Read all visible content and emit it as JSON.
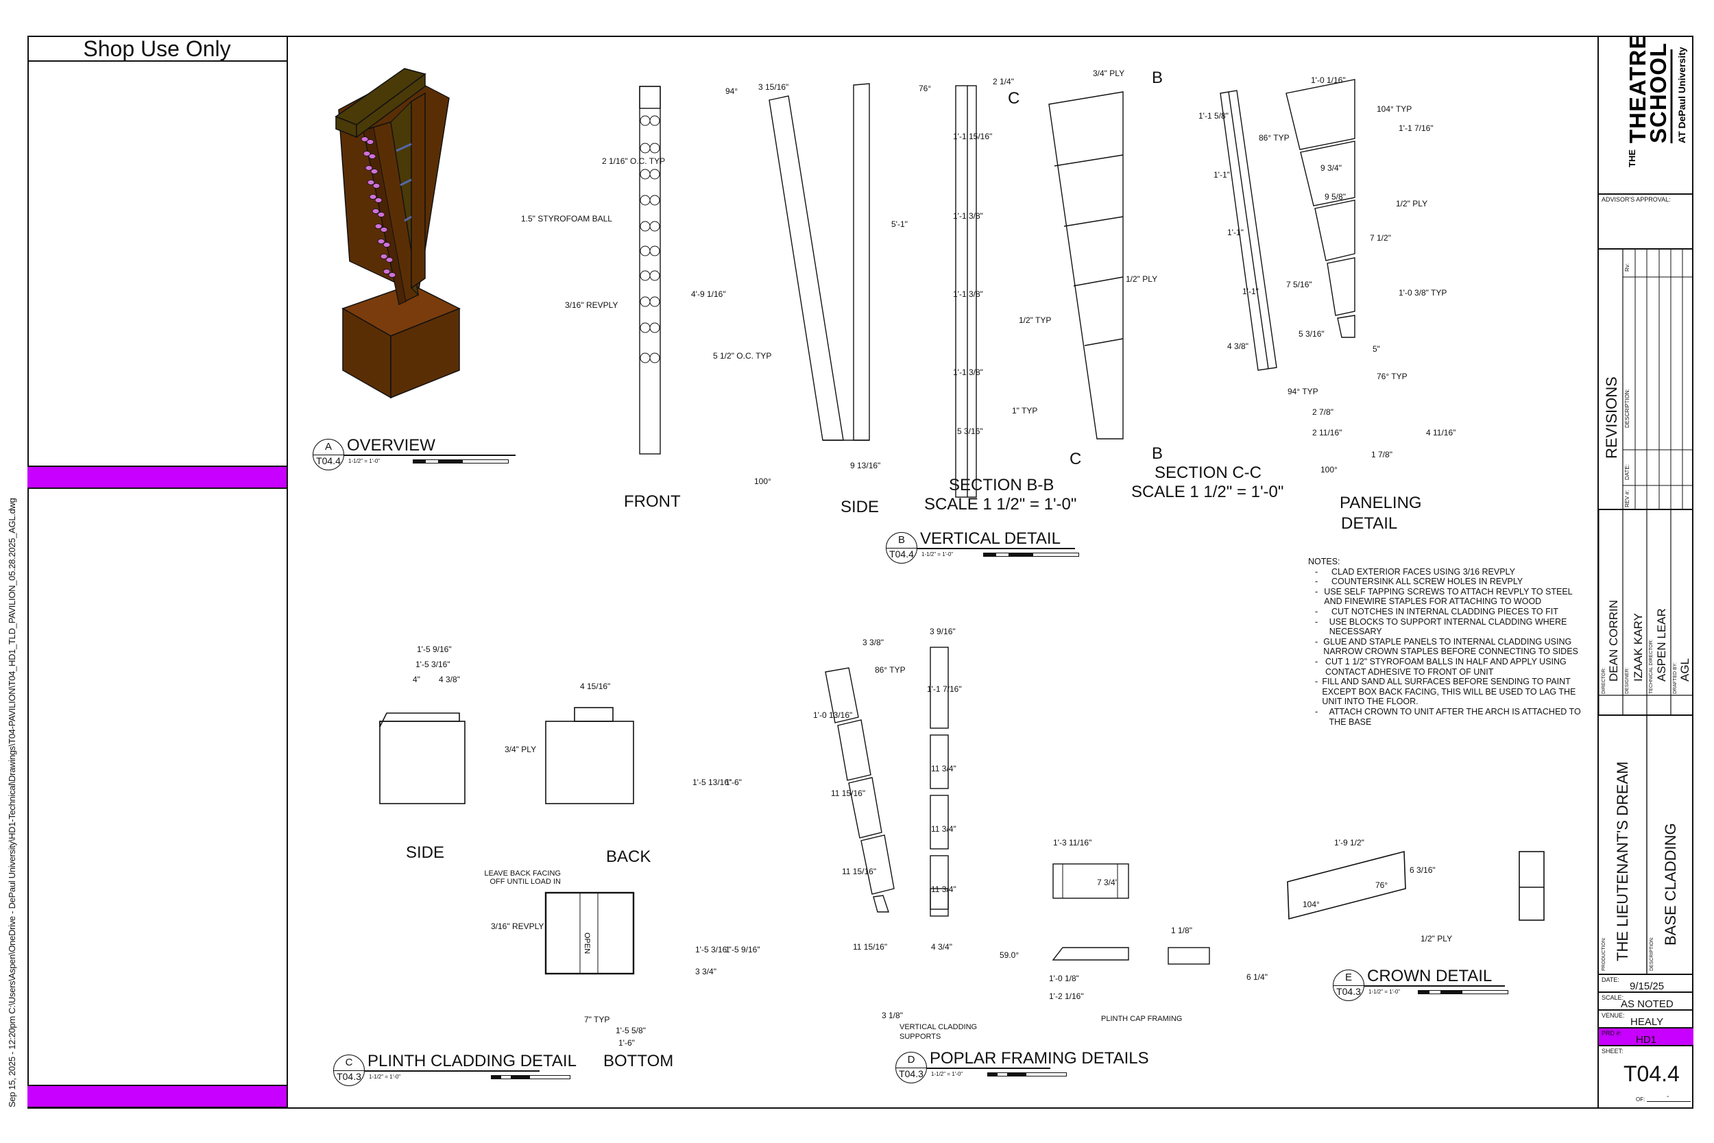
{
  "shop_panel": {
    "title": "Shop Use Only",
    "file_path": "Sep 15, 2025 - 12:20pm C:\\Users\\Aspen\\OneDrive - DePaul University\\HD1-Technical\\Drawings\\T04-PAVILION\\T04_HD1_TLD_PAVILION_05.28.2025_AGL.dwg",
    "highlight_color": "#c700ff"
  },
  "title_block": {
    "logo": {
      "the": "THE",
      "line1": "THEATRE",
      "line2": "SCHOOL",
      "sub": "AT DePaul University"
    },
    "advisor_label": "ADVISOR'S APPROVAL:",
    "revisions": {
      "title": "REVISIONS",
      "rev_label": "REV #:",
      "date_label": "DATE:",
      "description_label": "DESCRIPTION:",
      "rv_label": "Rv:"
    },
    "director": {
      "label": "DIRECTOR:",
      "value": "DEAN CORRIN"
    },
    "designer": {
      "label": "DESIGNER:",
      "value": "IZAAK KARY"
    },
    "technical_director": {
      "label": "TECHNICAL DIRECTOR:",
      "value": "ASPEN LEAR"
    },
    "drafted_by": {
      "label": "DRAFTED BY:",
      "value": "AGL"
    },
    "production": {
      "label": "PRODUCTION:",
      "value": "THE LIEUTENANT'S DREAM"
    },
    "description": {
      "label": "DESCRIPTION:",
      "value": "BASE CLADDING"
    },
    "date": {
      "label": "DATE:",
      "value": "9/15/25"
    },
    "scale": {
      "label": "SCALE:",
      "value": "AS NOTED"
    },
    "venue": {
      "label": "VENUE:",
      "value": "HEALY"
    },
    "prd": {
      "label": "PRD #:",
      "value": "HD1"
    },
    "sheet": {
      "label": "SHEET:",
      "value": "T04.4",
      "of_label": "OF:",
      "of_value": "-"
    }
  },
  "scale_bar": {
    "ticks": [
      "0",
      "2\"",
      "4\"",
      "8\"",
      "1'4\""
    ],
    "scale_text": "1-1/2\" = 1'-0\""
  },
  "details": {
    "overview": {
      "letter": "A",
      "sheet": "T04.4",
      "title": "OVERVIEW"
    },
    "vertical": {
      "letter": "B",
      "sheet": "T04.4",
      "title": "VERTICAL DETAIL",
      "front": {
        "title": "FRONT",
        "labels": [
          "2 1/16\" O.C. TYP",
          "1.5\" STYROFOAM BALL",
          "3/16\" REVPLY"
        ]
      },
      "side": {
        "title": "SIDE",
        "labels": [
          "94°",
          "3 15/16\"",
          "4'-9 1/16\"",
          "5 1/2\" O.C. TYP",
          "100°",
          "9 13/16\"",
          "5'-1\"",
          "76°"
        ]
      },
      "section_bb": {
        "title": "SECTION B-B",
        "scale": "SCALE 1 1/2\" = 1'-0\"",
        "labels": [
          "2 1/4\"",
          "1'-1 15/16\"",
          "1'-1 3/8\"",
          "1'-1 3/8\"",
          "1/2\" TYP",
          "1'-1 3/8\"",
          "1\" TYP",
          "5 3/16\""
        ]
      },
      "section_cc": {
        "title": "SECTION C-C",
        "scale": "SCALE 1 1/2\" = 1'-0\"",
        "labels": [
          "3/4\" PLY",
          "1/2\" PLY",
          "1'-1 5/8\"",
          "1'-1\"",
          "1'-1\"",
          "1'-1\"",
          "4 3/8\""
        ],
        "markers": [
          "B",
          "C"
        ]
      },
      "paneling": {
        "title_line1": "PANELING",
        "title_line2": "DETAIL",
        "labels": [
          "1'-0 1/16\"",
          "104° TYP",
          "86° TYP",
          "1'-1 7/16\"",
          "9 3/4\"",
          "9 5/8\"",
          "1/2\" PLY",
          "7 1/2\"",
          "7 5/16\"",
          "1'-0 3/8\" TYP",
          "5 3/16\"",
          "5\"",
          "76° TYP",
          "94° TYP",
          "2 7/8\"",
          "2 11/16\"",
          "4 11/16\"",
          "1 7/8\"",
          "100°"
        ]
      }
    },
    "plinth": {
      "letter": "C",
      "sheet": "T04.3",
      "title": "PLINTH CLADDING DETAIL",
      "side": {
        "title": "SIDE",
        "labels": [
          "1'-5 9/16\"",
          "1'-5 3/16\"",
          "4\"",
          "4 3/8\"",
          "3/4\" PLY"
        ]
      },
      "back": {
        "title": "BACK",
        "labels": [
          "4 15/16\"",
          "1'-5 13/16\"",
          "1'-6\""
        ],
        "note": "LEAVE BACK FACING OFF UNTIL LOAD IN"
      },
      "bottom": {
        "title": "BOTTOM",
        "open": "OPEN",
        "labels": [
          "3/16\" REVPLY",
          "1'-5 3/16\"",
          "1'-5 9/16\"",
          "3 3/4\"",
          "7\" TYP",
          "1'-5 5/8\"",
          "1'-6\""
        ]
      }
    },
    "poplar": {
      "letter": "D",
      "sheet": "T04.3",
      "title": "POPLAR FRAMING DETAILS",
      "vertical_supports": {
        "title_line1": "VERTICAL CLADDING",
        "title_line2": "SUPPORTS",
        "labels": [
          "3 3/8\"",
          "86° TYP",
          "1'-0 13/16\"",
          "11 15/16\"",
          "11 15/16\"",
          "11 15/16\"",
          "3 1/8\"",
          "3 9/16\"",
          "1'-1 7/16\"",
          "11 3/4\"",
          "11 3/4\"",
          "11 3/4\"",
          "4 3/4\""
        ]
      },
      "plinth_cap": {
        "title": "PLINTH CAP FRAMING",
        "labels": [
          "1'-3 11/16\"",
          "7 3/4\"",
          "59.0°",
          "1'-0 1/8\"",
          "1'-2 1/16\"",
          "1 1/8\"",
          "6 1/4\""
        ]
      }
    },
    "crown": {
      "letter": "E",
      "sheet": "T04.3",
      "title": "CROWN DETAIL",
      "labels": [
        "1'-9 1/2\"",
        "6 3/16\"",
        "76°",
        "104°",
        "1/2\" PLY"
      ]
    }
  },
  "notes": {
    "heading": "NOTES:",
    "items": [
      "CLAD EXTERIOR FACES USING 3/16 REVPLY",
      "COUNTERSINK ALL SCREW HOLES IN REVPLY",
      "USE SELF TAPPING SCREWS TO ATTACH REVPLY TO STEEL AND FINEWIRE STAPLES FOR ATTACHING TO WOOD",
      "CUT NOTCHES IN INTERNAL CLADDING PIECES TO FIT",
      "USE BLOCKS TO SUPPORT INTERNAL CLADDING WHERE NECESSARY",
      "GLUE AND STAPLE PANELS TO INTERNAL CLADDING USING NARROW CROWN STAPLES  BEFORE CONNECTING TO SIDES",
      "CUT 1 1/2\" STYROFOAM BALLS IN HALF AND APPLY USING CONTACT ADHESIVE TO FRONT OF UNIT",
      "FILL AND SAND ALL SURFACES BEFORE SENDING TO PAINT EXCEPT BOX BACK FACING, THIS WILL BE USED TO LAG THE UNIT INTO THE FLOOR.",
      "ATTACH CROWN TO UNIT AFTER THE ARCH IS ATTACHED TO THE BASE"
    ]
  },
  "colors": {
    "wood": "#5a2e05",
    "wood_light": "#7a3c0c",
    "crown": "#4a3a08",
    "balls": "#d070d8",
    "steel": "#5566aa",
    "magenta": "#c700ff"
  }
}
